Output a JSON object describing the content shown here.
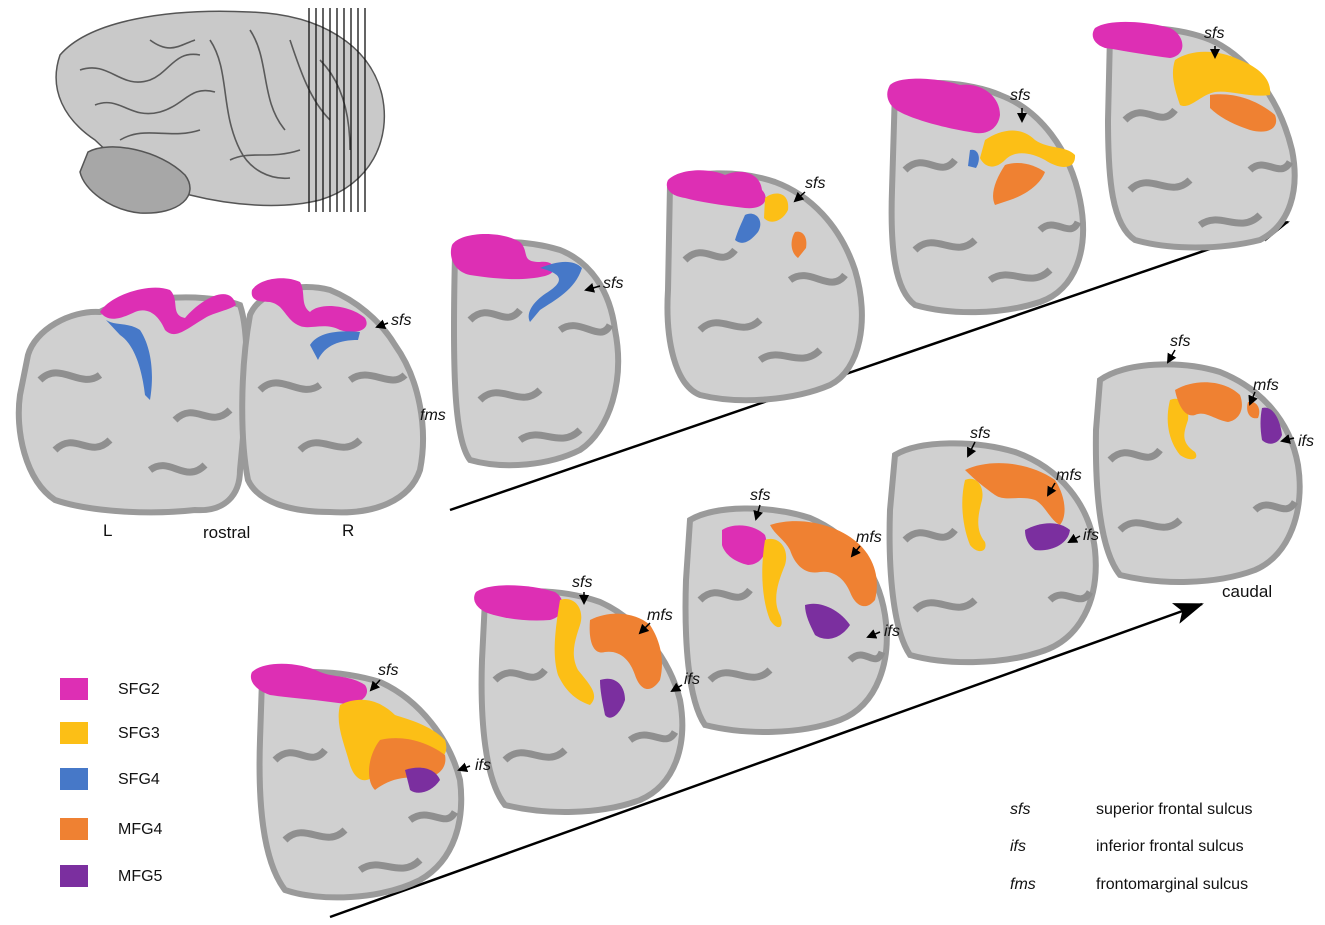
{
  "labels": {
    "left": "L",
    "right": "R",
    "rostral": "rostral",
    "caudal": "caudal"
  },
  "sulci": {
    "sfs": "sfs",
    "mfs": "mfs",
    "ifs": "ifs",
    "fms": "fms"
  },
  "legend": [
    {
      "code": "SFG2",
      "color": "#dd2fb4"
    },
    {
      "code": "SFG3",
      "color": "#fcbf16"
    },
    {
      "code": "SFG4",
      "color": "#4678c8"
    },
    {
      "code": "MFG4",
      "color": "#ef8132"
    },
    {
      "code": "MFG5",
      "color": "#7b2f9f"
    }
  ],
  "abbreviations": [
    {
      "code": "sfs",
      "meaning": "superior frontal sulcus"
    },
    {
      "code": "ifs",
      "meaning": "inferior frontal sulcus"
    },
    {
      "code": "fms",
      "meaning": "frontomarginal sulcus"
    }
  ],
  "colors": {
    "tissue": "#cfcfcf",
    "cortex": "#9d9d9d",
    "arrow": "#000000"
  }
}
